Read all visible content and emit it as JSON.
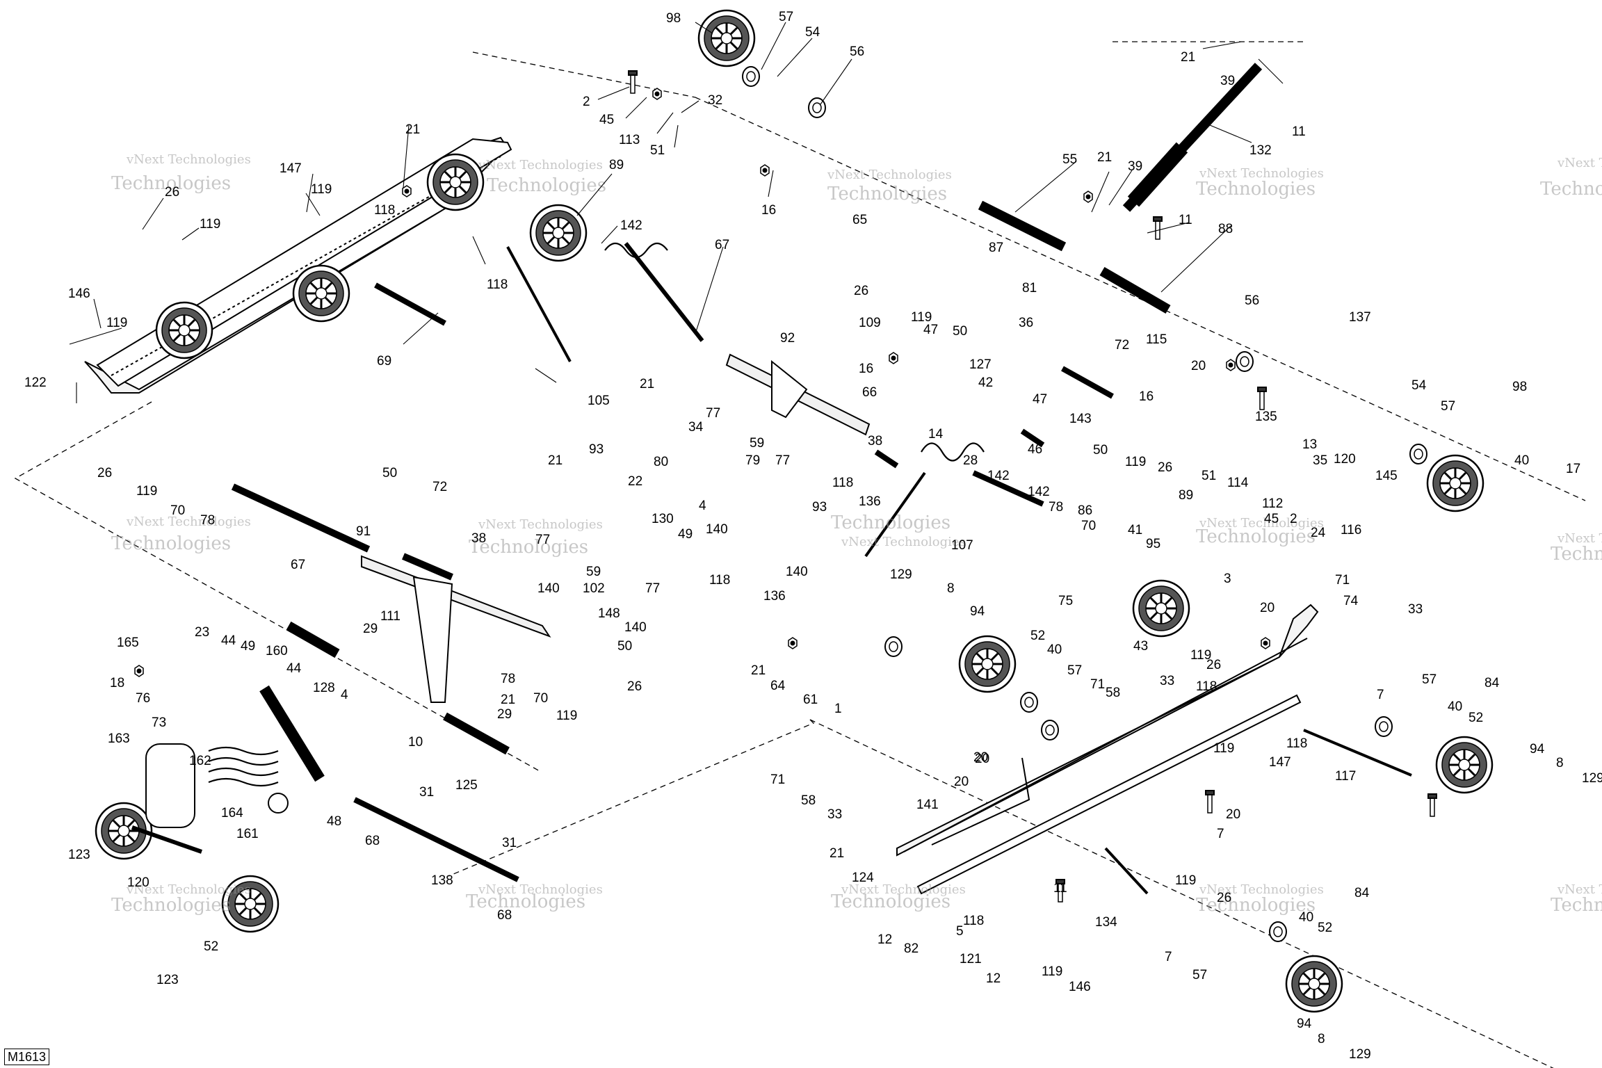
{
  "diagram_ref": "M1613",
  "watermark": {
    "line1": "vNext Technologies",
    "line2": "Technologies"
  },
  "callouts": {
    "c98a": "98",
    "c57a": "57",
    "c54a": "54",
    "c56a": "56",
    "c2a": "2",
    "c45a": "45",
    "c32": "32",
    "c113": "113",
    "c51a": "51",
    "c16a": "16",
    "c21a": "21",
    "c39a": "39",
    "c11a": "11",
    "c132": "132",
    "c55": "55",
    "c21b": "21",
    "c39b": "39",
    "c11b": "11",
    "c88": "88",
    "c21c": "21",
    "c147a": "147",
    "c119a": "119",
    "c26a": "26",
    "c119b": "119",
    "c118a": "118",
    "c89a": "89",
    "c142a": "142",
    "c67a": "67",
    "c146a": "146",
    "c119c": "119",
    "c69": "69",
    "c105": "105",
    "c122": "122",
    "c65": "65",
    "c87": "87",
    "c26b": "26",
    "c81": "81",
    "c109": "109",
    "c119d": "119",
    "c50a": "50",
    "c36": "36",
    "c47a": "47",
    "c127": "127",
    "c72a": "72",
    "c16b": "16",
    "c66": "66",
    "c42": "42",
    "c47b": "47",
    "c14": "14",
    "c28": "28",
    "c46": "46",
    "c143": "143",
    "c50b": "50",
    "c119e": "119",
    "c26c": "26",
    "c115": "115",
    "c16c": "16",
    "c20a": "20",
    "c56b": "56",
    "c137": "137",
    "c135": "135",
    "c13": "13",
    "c120a": "120",
    "c145": "145",
    "c51b": "51",
    "c114": "114",
    "c112": "112",
    "c45b": "45",
    "c35": "35",
    "c2b": "2",
    "c24": "24",
    "c116": "116",
    "c54b": "54",
    "c57b": "57",
    "c98b": "98",
    "c40a": "40",
    "c17": "17",
    "c21d": "21",
    "c92": "92",
    "c77a": "77",
    "c59a": "59",
    "c77b": "77",
    "c34": "34",
    "c80": "80",
    "c79": "79",
    "c38a": "38",
    "c118b": "118",
    "c136a": "136",
    "c21e": "21",
    "c93a": "93",
    "c22": "22",
    "c93b": "93",
    "c130": "130",
    "c49a": "49",
    "c4a": "4",
    "c140a": "140",
    "c140b": "140",
    "c26d": "26",
    "c119f": "119",
    "c70a": "70",
    "c78a": "78",
    "c50c": "50",
    "c72b": "72",
    "c67b": "67",
    "c91": "91",
    "c38b": "38",
    "c77c": "77",
    "c140c": "140",
    "c59b": "59",
    "c102": "102",
    "c77d": "77",
    "c118c": "118",
    "c148": "148",
    "c140d": "140",
    "c136b": "136",
    "c50d": "50",
    "c142b": "142",
    "c142c": "142",
    "c78b": "78",
    "c86": "86",
    "c70b": "70",
    "c107": "107",
    "c89b": "89",
    "c41": "41",
    "c95": "95",
    "c3": "3",
    "c43": "43",
    "c119g": "119",
    "c26e": "26",
    "c129a": "129",
    "c8a": "8",
    "c94a": "94",
    "c75": "75",
    "c52a": "52",
    "c40b": "40",
    "c57c": "57",
    "c21f": "21",
    "c64": "64",
    "c61": "61",
    "c1": "1",
    "c71a": "71",
    "c58a": "58",
    "c33a": "33",
    "c118d": "118",
    "c20b": "20",
    "c71b": "71",
    "c74": "74",
    "c33b": "33",
    "c165": "165",
    "c23": "23",
    "c44a": "44",
    "c49b": "49",
    "c160": "160",
    "c44b": "44",
    "c18": "18",
    "c76": "76",
    "c73": "73",
    "c128": "128",
    "c4b": "4",
    "c111": "111",
    "c29a": "29",
    "c10": "10",
    "c21g": "21",
    "c29b": "29",
    "c78c": "78",
    "c70c": "70",
    "c119h": "119",
    "c26f": "26",
    "c125": "125",
    "c163": "163",
    "c162": "162",
    "c164": "164",
    "c161": "161",
    "c48": "48",
    "c68a": "68",
    "c31a": "31",
    "c138": "138",
    "c31b": "31",
    "c68b": "68",
    "c123a": "123",
    "c120b": "120",
    "c52b": "52",
    "c123b": "123",
    "c71c": "71",
    "c58b": "58",
    "c33c": "33",
    "c21h": "21",
    "c141": "141",
    "c124": "124",
    "c20c": "20",
    "c20d": "20",
    "c20e": "20",
    "c20f": "20",
    "c119i": "119",
    "c147b": "147",
    "c7a": "7",
    "c118e": "118",
    "c117": "117",
    "c7b": "7",
    "c57d": "57",
    "c84a": "84",
    "c40c": "40",
    "c52c": "52",
    "c94b": "94",
    "c8b": "8",
    "c129b": "129",
    "c119j": "119",
    "c26g": "26",
    "c12a": "12",
    "c82": "82",
    "c118f": "118",
    "c5": "5",
    "c121": "121",
    "c12b": "12",
    "c11c": "11",
    "c119k": "119",
    "c146b": "146",
    "c134": "134",
    "c7c": "7",
    "c57e": "57",
    "c40d": "40",
    "c52d": "52",
    "c84b": "84",
    "c94c": "94",
    "c8c": "8",
    "c129c": "129"
  }
}
